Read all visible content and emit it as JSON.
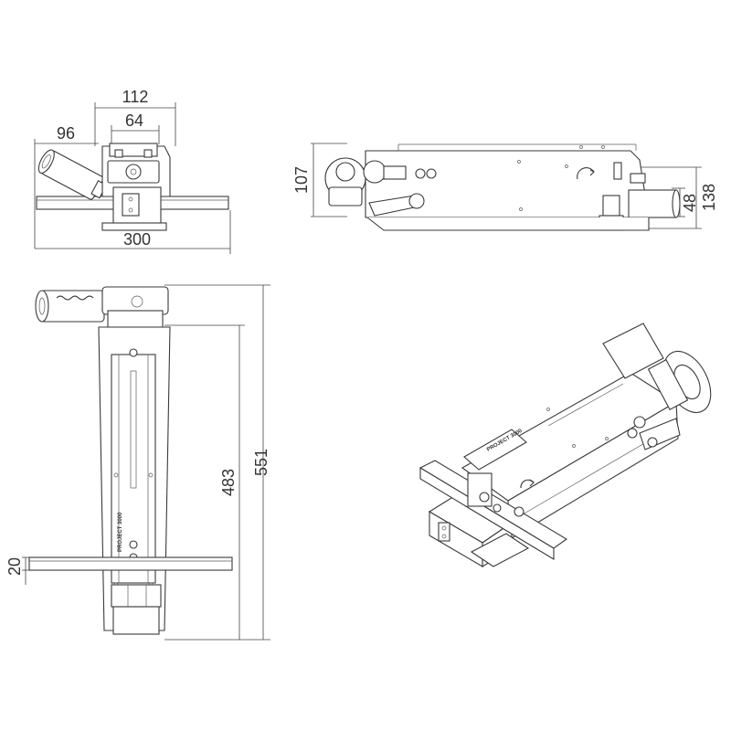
{
  "dimensions": {
    "top_view_width_overall": "112",
    "top_view_width_inner": "64",
    "top_view_motor_offset": "96",
    "top_view_base_width": "300",
    "side_view_height": "107",
    "side_view_height_right": "138",
    "side_view_height_right_small": "48",
    "front_view_height_inner": "483",
    "front_view_height_overall": "551",
    "front_view_bar_height": "20"
  },
  "labels": {
    "logo_text": "PROJECT 3000"
  }
}
